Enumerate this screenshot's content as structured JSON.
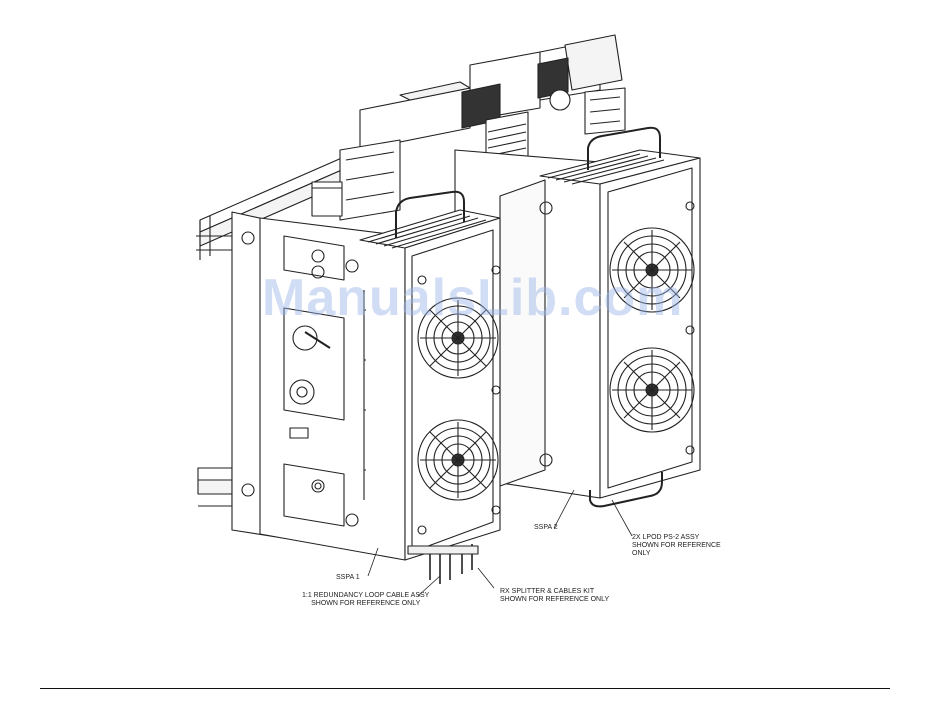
{
  "watermark": "ManualsLib.com",
  "labels": {
    "sspa1": "SSPA 1",
    "sspa2": "SSPA 2",
    "redundancy": [
      "1:1 REDUNDANCY LOOP CABLE ASSY",
      "SHOWN FOR REFERENCE ONLY"
    ],
    "rx_splitter": [
      "Rx SPLITTER & CABLES KIT",
      "SHOWN FOR REFERENCE ONLY"
    ],
    "lpod": [
      "2X LPOD PS-2 ASSY",
      "SHOWN FOR REFERENCE",
      "ONLY"
    ]
  },
  "colors": {
    "line": "#222222",
    "watermark": "#96b4e6"
  }
}
